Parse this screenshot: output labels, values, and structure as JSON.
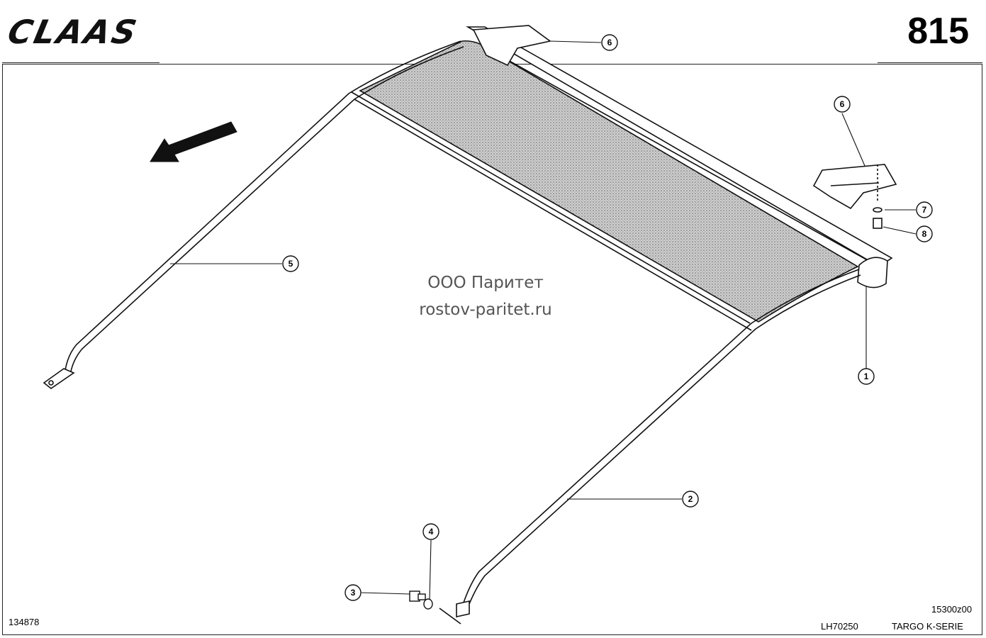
{
  "header": {
    "logo_text": "CLAAS",
    "page_number": "815"
  },
  "watermark": {
    "line1": "ООО Паритет",
    "line2": "rostov-paritet.ru"
  },
  "footer": {
    "left_code": "134878",
    "center_code": "LH70250",
    "right_code": "15300z00",
    "series": "TARGO K-SERIE"
  },
  "callouts": [
    "1",
    "2",
    "3",
    "4",
    "5",
    "6",
    "6",
    "7",
    "8"
  ]
}
